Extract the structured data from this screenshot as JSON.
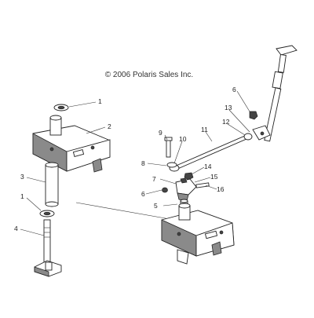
{
  "diagram": {
    "copyright": "© 2006 Polaris Sales Inc.",
    "callouts": {
      "c1a": "1",
      "c1b": "1",
      "c2": "2",
      "c3": "3",
      "c4": "4",
      "c5": "5",
      "c6a": "6",
      "c6b": "6",
      "c7": "7",
      "c8": "8",
      "c9": "9",
      "c10": "10",
      "c11": "11",
      "c12": "12",
      "c13": "13",
      "c14": "14",
      "c15": "15",
      "c16": "16"
    }
  }
}
